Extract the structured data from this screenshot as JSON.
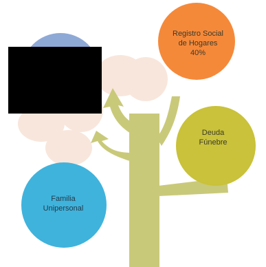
{
  "nodes": [
    {
      "id": "registro",
      "label": "Registro Social\nde Hogares\n40%",
      "color": "#f5893a"
    },
    {
      "id": "deuda",
      "label": "Deuda\nFúnebre",
      "color": "#c9c23a"
    },
    {
      "id": "familia",
      "label": "Familia\nUnipersonal",
      "color": "#3fb3dc"
    },
    {
      "id": "hidden",
      "label": "",
      "color": "#8fa9d6"
    }
  ],
  "colors": {
    "trunk": "#c9c97a",
    "petal": "#f3d2c0",
    "redaction": "#000000"
  }
}
